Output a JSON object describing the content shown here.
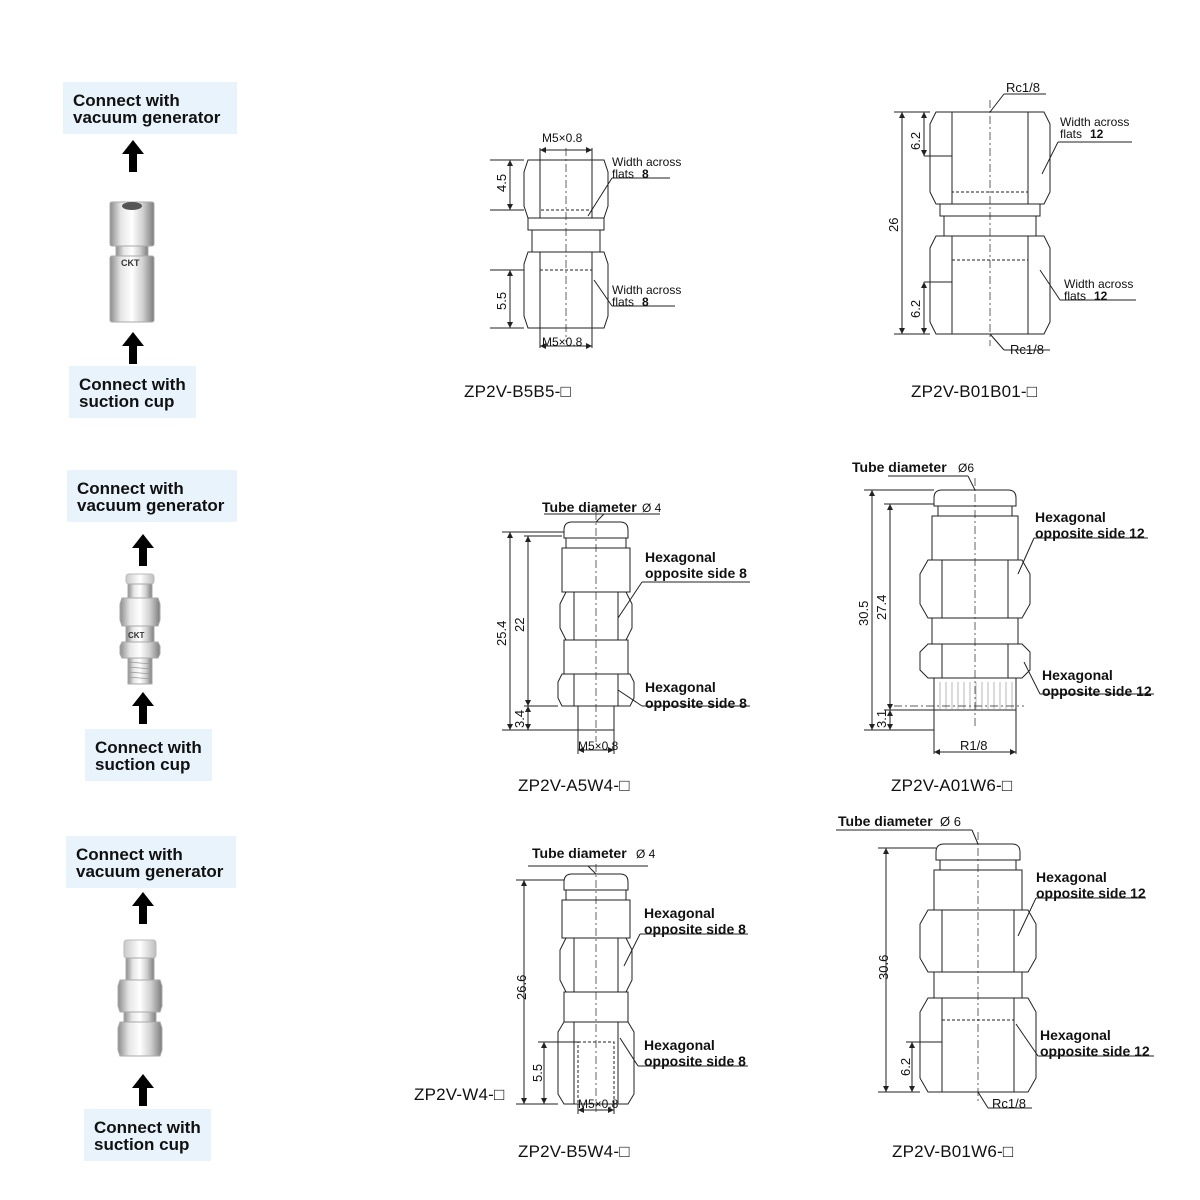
{
  "rows": [
    {
      "top_label": "Connect with\nvacuum generator",
      "bottom_label": "Connect with\nsuction cup",
      "brand": "CKT",
      "drawings": [
        {
          "caption": "ZP2V-B5B5-□",
          "top_thread": "M5×0.8",
          "bottom_thread": "M5×0.8",
          "upper_flats_l1": "Width across",
          "upper_flats_l2": "flats",
          "upper_flats_val": "8",
          "lower_flats_l1": "Width across",
          "lower_flats_l2": "flats",
          "lower_flats_val": "8",
          "dim_upper": "4.5",
          "dim_lower": "5.5"
        },
        {
          "caption": "ZP2V-B01B01-□",
          "top_thread": "Rc1/8",
          "bottom_thread": "Rc1/8",
          "upper_flats_l1": "Width across",
          "upper_flats_l2": "flats",
          "upper_flats_val": "12",
          "lower_flats_l1": "Width across",
          "lower_flats_l2": "flats",
          "lower_flats_val": "12",
          "dim_total": "26",
          "dim_upper": "6.2",
          "dim_lower": "6.2"
        }
      ]
    },
    {
      "top_label": "Connect with\nvacuum generator",
      "bottom_label": "Connect with\nsuction cup",
      "brand": "CKT",
      "drawings": [
        {
          "caption": "ZP2V-A5W4-□",
          "tube_label": "Tube diameter",
          "tube_value": "Ø 4",
          "hex_upper_l1": "Hexagonal",
          "hex_upper_l2": "opposite side 8",
          "hex_lower_l1": "Hexagonal",
          "hex_lower_l2": "opposite side 8",
          "dim_total": "25.4",
          "dim_mid": "22",
          "dim_thread": "3.4",
          "bottom_thread": "M5×0.8"
        },
        {
          "caption": "ZP2V-A01W6-□",
          "tube_label": "Tube diameter",
          "tube_value": "Ø6",
          "hex_upper_l1": "Hexagonal",
          "hex_upper_l2": "opposite side 12",
          "hex_lower_l1": "Hexagonal",
          "hex_lower_l2": "opposite side 12",
          "dim_total": "30.5",
          "dim_mid": "27.4",
          "dim_thread": "3.1",
          "bottom_thread": "R1/8"
        }
      ]
    },
    {
      "top_label": "Connect with\nvacuum generator",
      "bottom_label": "Connect with\nsuction cup",
      "extra_caption": "ZP2V-W4-□",
      "drawings": [
        {
          "caption": "ZP2V-B5W4-□",
          "tube_label": "Tube diameter",
          "tube_value": "Ø 4",
          "hex_upper_l1": "Hexagonal",
          "hex_upper_l2": "opposite side 8",
          "hex_lower_l1": "Hexagonal",
          "hex_lower_l2": "opposite side 8",
          "dim_total": "26.6",
          "dim_lower": "5.5",
          "bottom_thread": "M5×0.8"
        },
        {
          "caption": "ZP2V-B01W6-□",
          "tube_label": "Tube diameter",
          "tube_value": "Ø 6",
          "hex_upper_l1": "Hexagonal",
          "hex_upper_l2": "opposite side 12",
          "hex_lower_l1": "Hexagonal",
          "hex_lower_l2": "opposite side 12",
          "dim_total": "30.6",
          "dim_lower": "6.2",
          "bottom_thread": "Rc1/8"
        }
      ]
    }
  ],
  "colors": {
    "label_bg": "#e8f3fb",
    "line": "#222222",
    "metal_light": "#e9e9e9",
    "metal_dark": "#9a9a9a"
  }
}
